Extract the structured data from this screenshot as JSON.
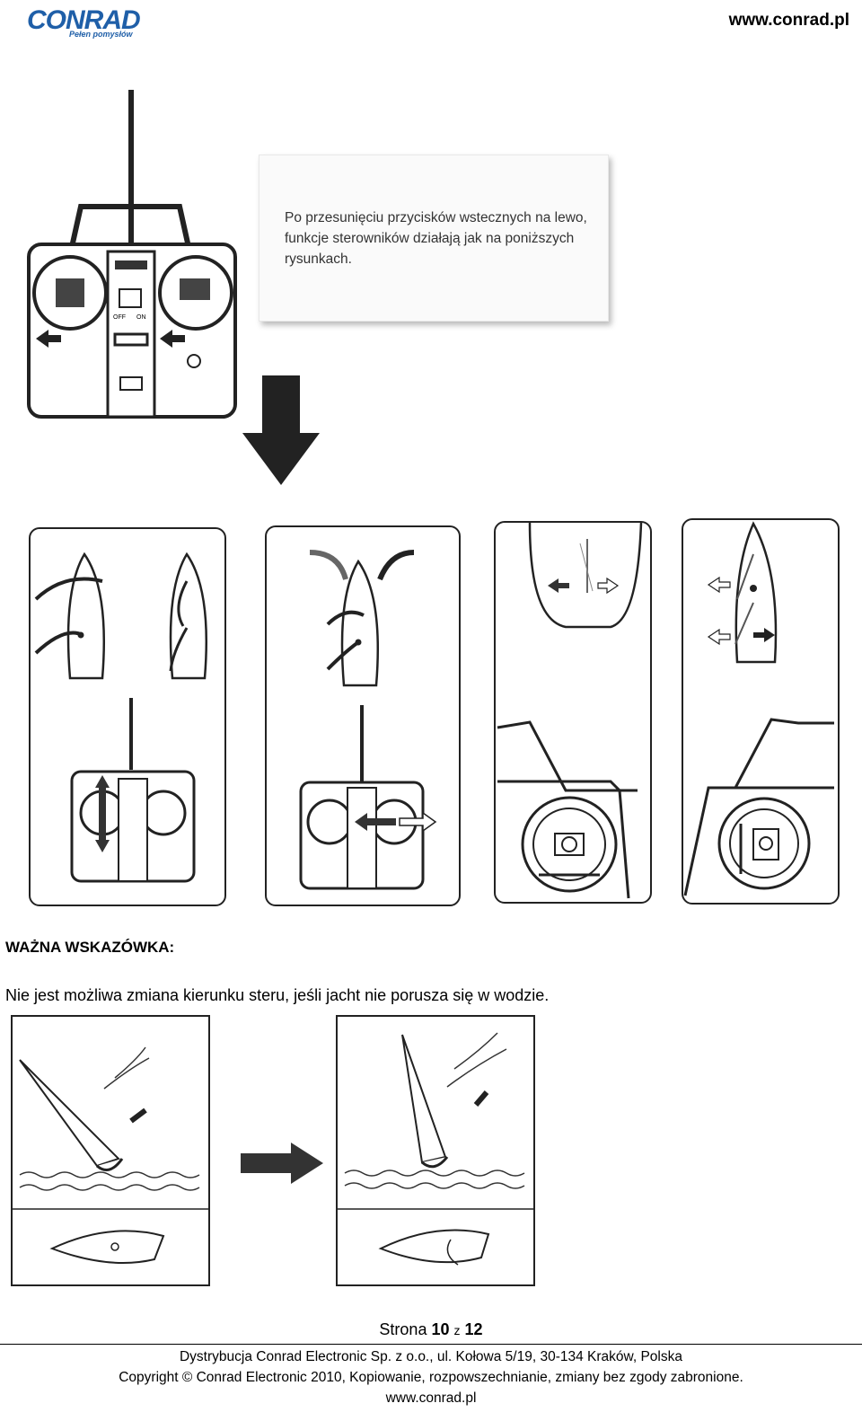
{
  "header": {
    "logo_text": "CONRAD",
    "logo_tagline": "Pełen pomysłów",
    "site_url": "www.conrad.pl"
  },
  "note_box": {
    "text": "Po przesunięciu przycisków wstecznych na lewo, funkcje sterowników działają jak na poniższych rysunkach."
  },
  "remote_labels": {
    "off": "OFF",
    "on": "ON"
  },
  "important": {
    "heading": "WAŻNA WSKAZÓWKA:",
    "body": "Nie jest możliwa zmiana kierunku steru, jeśli jacht nie porusza się w wodzie."
  },
  "footer": {
    "page_prefix": "Strona",
    "page_current": "10",
    "page_sep": "z",
    "page_total": "12",
    "line1": "Dystrybucja Conrad Electronic Sp. z o.o., ul. Kołowa 5/19, 30-134 Kraków, Polska",
    "line2": "Copyright © Conrad Electronic 2010, Kopiowanie, rozpowszechnianie, zmiany bez zgody zabronione.",
    "line3": "www.conrad.pl"
  },
  "colors": {
    "brand": "#1f5fa8",
    "logo_accent": "#f2b800"
  }
}
